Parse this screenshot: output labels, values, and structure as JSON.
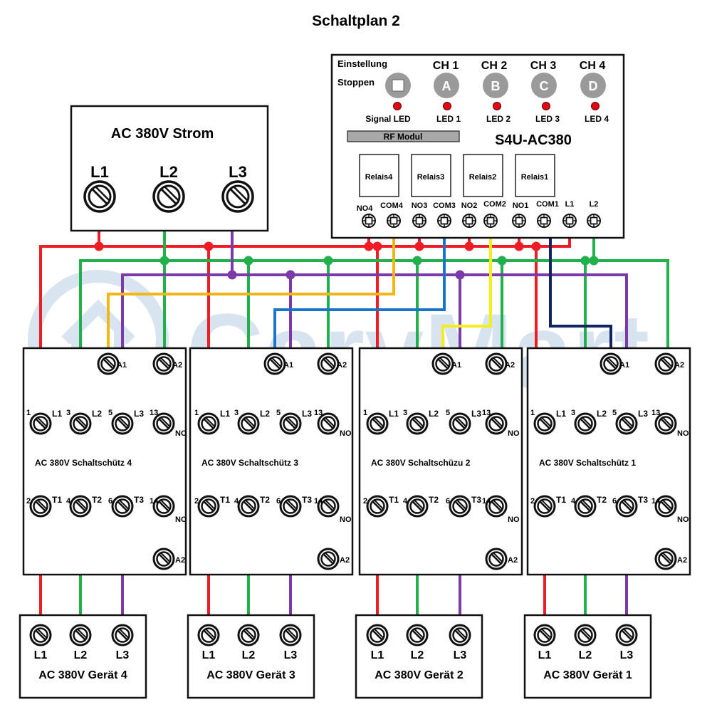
{
  "title": "Schaltplan 2",
  "watermark": "CaryMart",
  "power_supply": {
    "label": "AC 380V Strom",
    "terminals": [
      "L1",
      "L2",
      "L3"
    ]
  },
  "receiver": {
    "model": "S4U-AC380",
    "settings_label": "Einstellung",
    "stop_label": "Stoppen",
    "channels": [
      {
        "label": "CH 1",
        "button": "A",
        "led": "LED 1"
      },
      {
        "label": "CH 2",
        "button": "B",
        "led": "LED 2"
      },
      {
        "label": "CH 3",
        "button": "C",
        "led": "LED 3"
      },
      {
        "label": "CH 4",
        "button": "D",
        "led": "LED 4"
      }
    ],
    "signal_led": "Signal LED",
    "rf_module": "RF Modul",
    "relays": [
      "Relais4",
      "Relais3",
      "Relais2",
      "Relais1"
    ],
    "terminals": [
      "NO4",
      "COM4",
      "NO3",
      "COM3",
      "NO2",
      "COM2",
      "NO1",
      "COM1",
      "L1",
      "L2"
    ]
  },
  "contactors": [
    {
      "name": "AC 380V Schaltschütz 4"
    },
    {
      "name": "AC 380V Schaltschütz 3"
    },
    {
      "name": "AC 380V Schaltschüzu 2"
    },
    {
      "name": "AC 380V Schaltschütz 1"
    }
  ],
  "contactor_terminals": {
    "coil": [
      "A1",
      "A2"
    ],
    "top_numbers": [
      "1",
      "3",
      "5",
      "13"
    ],
    "top_labels": [
      "L1",
      "L2",
      "L3",
      "NO"
    ],
    "bottom_numbers": [
      "2",
      "4",
      "6",
      "14"
    ],
    "bottom_labels": [
      "T1",
      "T2",
      "T3",
      "NO"
    ],
    "aux": "A2"
  },
  "devices": [
    {
      "name": "AC 380V Gerät 4"
    },
    {
      "name": "AC 380V Gerät 3"
    },
    {
      "name": "AC 380V Gerät 2"
    },
    {
      "name": "AC 380V Gerät 1"
    }
  ],
  "device_terminals": [
    "L1",
    "L2",
    "L3"
  ],
  "colors": {
    "L1": "#ee1c24",
    "L2": "#21b04b",
    "L3": "#7c3aa8",
    "COM4": "#f3b617",
    "COM3": "#1a74c9",
    "COM2": "#f4ee1c",
    "COM1": "#0f2461",
    "led": "#e30613",
    "button": "#9a9a9a"
  }
}
